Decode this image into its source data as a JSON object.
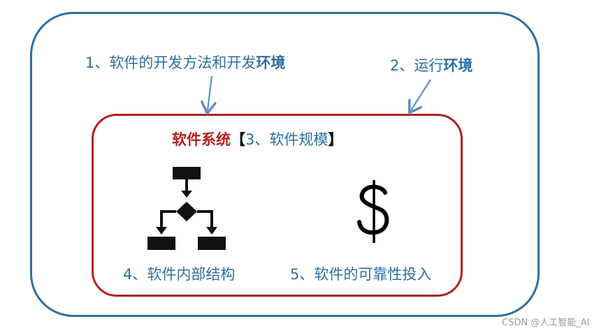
{
  "outer_label_1": {
    "text": "1、软件的开发方法和开发",
    "bold": "环境"
  },
  "outer_label_2": {
    "text": "2、运行",
    "bold": "环境"
  },
  "inner": {
    "title_red": "软件系统",
    "bracket_open": "【",
    "title_blue": "3、软件规模",
    "bracket_close": "】"
  },
  "item_structure": {
    "label": "4、软件内部结构",
    "icon": "flowchart-icon"
  },
  "item_reliability": {
    "label": "5、软件的可靠性投入",
    "icon": "dollar-icon"
  },
  "watermark": "CSDN @人工智能_AI",
  "colors": {
    "outer_border": "#2c6fa0",
    "inner_border": "#b32020",
    "label_text": "#2e6e9e",
    "title_red": "#b32020",
    "arrow": "#5b90c0"
  }
}
